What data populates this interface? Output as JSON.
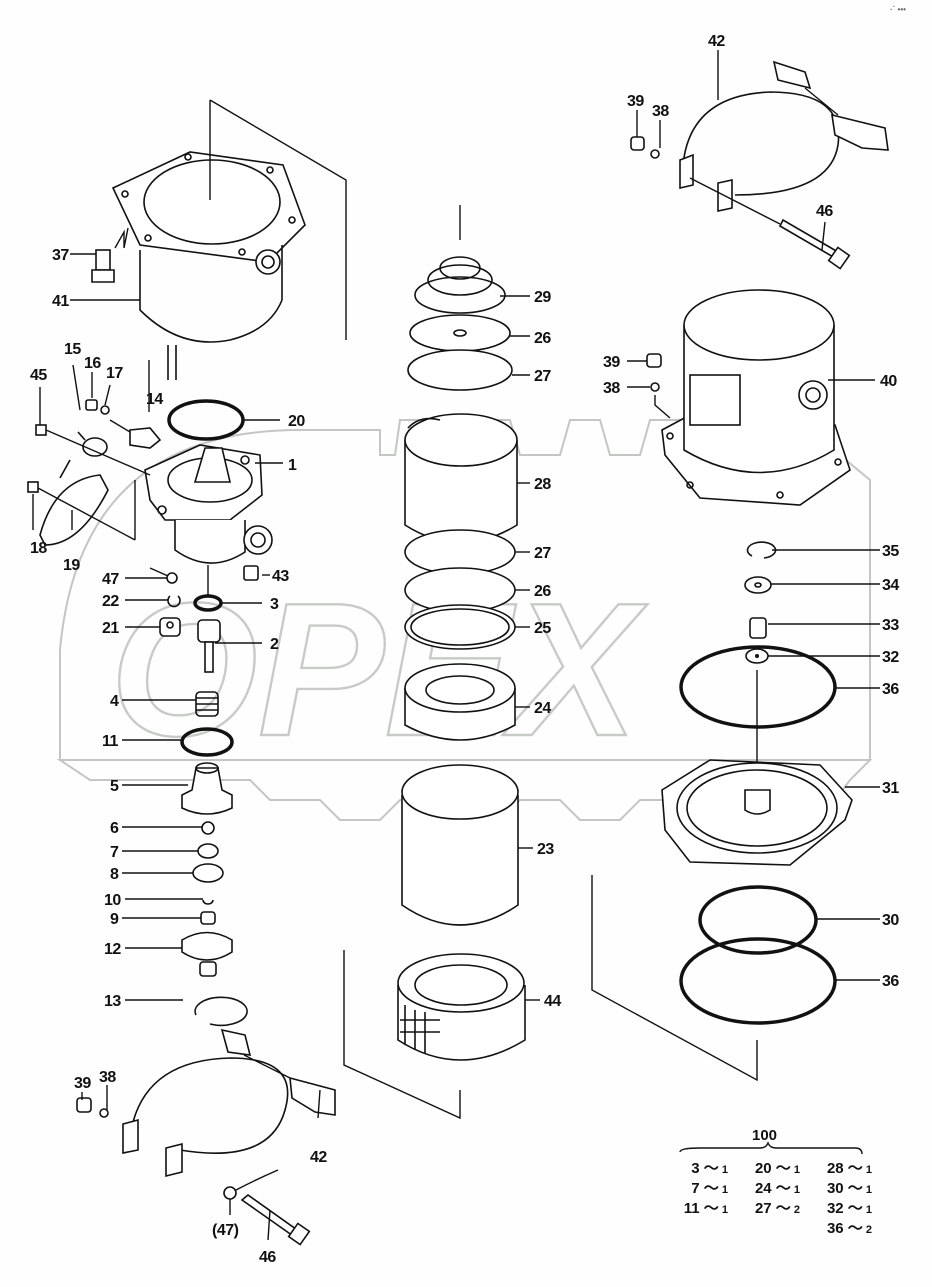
{
  "diagram": {
    "title": "Fuel filter / water separator assembly — exploded parts view",
    "watermark": "OPEX",
    "corner_mark": "·´ •••",
    "colors": {
      "line": "#111111",
      "watermark": "#c4c6c4",
      "background": "#fdfefd"
    }
  },
  "callouts": {
    "p1": "1",
    "p2": "2",
    "p3": "3",
    "p4": "4",
    "p5": "5",
    "p6": "6",
    "p7": "7",
    "p8": "8",
    "p9": "9",
    "p10": "10",
    "p11": "11",
    "p12": "12",
    "p13": "13",
    "p14": "14",
    "p15": "15",
    "p16": "16",
    "p17": "17",
    "p18": "18",
    "p19": "19",
    "p20": "20",
    "p21": "21",
    "p22": "22",
    "p23": "23",
    "p24": "24",
    "p25": "25",
    "p26a": "26",
    "p26b": "26",
    "p27a": "27",
    "p27b": "27",
    "p28": "28",
    "p29": "29",
    "p30": "30",
    "p31": "31",
    "p32": "32",
    "p33": "33",
    "p34": "34",
    "p35": "35",
    "p36a": "36",
    "p36b": "36",
    "p37": "37",
    "p38a": "38",
    "p38b": "38",
    "p38c": "38",
    "p39a": "39",
    "p39b": "39",
    "p39c": "39",
    "p40": "40",
    "p41": "41",
    "p42a": "42",
    "p42b": "42",
    "p43": "43",
    "p44": "44",
    "p45": "45",
    "p46a": "46",
    "p46b": "46",
    "p47a": "47",
    "p47b": "(47)"
  },
  "kit": {
    "number": "100",
    "columns": [
      [
        {
          "part": "3",
          "qty": "1"
        },
        {
          "part": "7",
          "qty": "1"
        },
        {
          "part": "11",
          "qty": "1"
        }
      ],
      [
        {
          "part": "20",
          "qty": "1"
        },
        {
          "part": "24",
          "qty": "1"
        },
        {
          "part": "27",
          "qty": "2"
        }
      ],
      [
        {
          "part": "28",
          "qty": "1"
        },
        {
          "part": "30",
          "qty": "1"
        },
        {
          "part": "32",
          "qty": "1"
        },
        {
          "part": "36",
          "qty": "2"
        }
      ]
    ],
    "separator": "〜"
  }
}
